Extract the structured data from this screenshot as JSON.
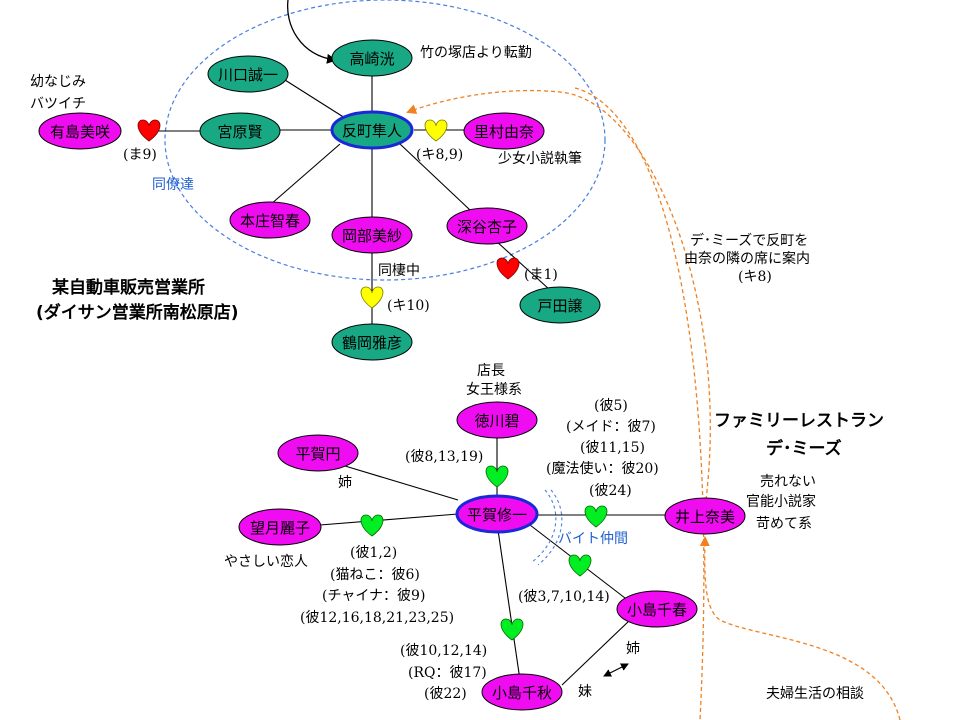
{
  "colors": {
    "teal": "#18a884",
    "magenta": "#f00cf0",
    "center_border": "#1a28d8",
    "heart_red": "#ff0000",
    "heart_yellow": "#ffff00",
    "heart_green": "#00ee22",
    "dash_blue": "#4a7ee0",
    "dash_orange": "#f08020"
  },
  "nodes": {
    "takasaki": "高崎洸",
    "kawaguchi": "川口誠一",
    "miyahara": "宮原賢",
    "arishima": "有島美咲",
    "sorimachi": "反町隼人",
    "satomura": "里村由奈",
    "honjo": "本庄智春",
    "okabe": "岡部美紗",
    "fukaya": "深谷杏子",
    "toda": "戸田譲",
    "tsuruoka": "鶴岡雅彦",
    "tokugawa": "徳川碧",
    "hiragamadoka": "平賀円",
    "hiragashuichi": "平賀修一",
    "mochizuki": "望月麗子",
    "inoue": "井上奈美",
    "kojimachiharu": "小島千春",
    "kojimachiaki": "小島千秋"
  },
  "labels": {
    "takenotsuka": "竹の塚店より転勤",
    "osananajimi": "幼なじみ",
    "batsuichi": "バツイチ",
    "ma9": "(ま9)",
    "ki89": "(キ8,9)",
    "shoujo": "少女小説執筆",
    "douryou": "同僚達",
    "douseichu": "同棲中",
    "ma1": "(ま1)",
    "ki10": "(キ10)",
    "company_line1": "某自動車販売営業所",
    "company_line2": "(ダイサン営業所南松原店)",
    "demize_note1": "デ･ミーズで反町を",
    "demize_note2": "由奈の隣の席に案内",
    "demize_note3": "(キ8)",
    "tencho": "店長",
    "joou": "女王様系",
    "kare81319": "(彼8,13,19)",
    "ane1": "姉",
    "inoue_a": "(彼5)",
    "inoue_b": "(メイド：彼7)",
    "inoue_c": "(彼11,15)",
    "inoue_d": "(魔法使い：彼20)",
    "inoue_e": "(彼24)",
    "restaurant_line1": "ファミリーレストラン",
    "restaurant_line2": "デ･ミーズ",
    "urenai": "売れない",
    "kannou": "官能小説家",
    "ijime": "苛めて系",
    "baito": "バイト仲間",
    "yasashii": "やさしい恋人",
    "mochi_a": "(彼1,2)",
    "mochi_b": "(猫ねこ：彼6)",
    "mochi_c": "(チャイナ：彼9)",
    "mochi_d": "(彼12,16,18,21,23,25)",
    "kare371014": "(彼3,7,10,14)",
    "chiaki_a": "(彼10,12,14)",
    "chiaki_b": "(RQ：彼17)",
    "chiaki_c": "(彼22)",
    "ane2": "姉",
    "imouto": "妹",
    "fuufu": "夫婦生活の相談"
  }
}
